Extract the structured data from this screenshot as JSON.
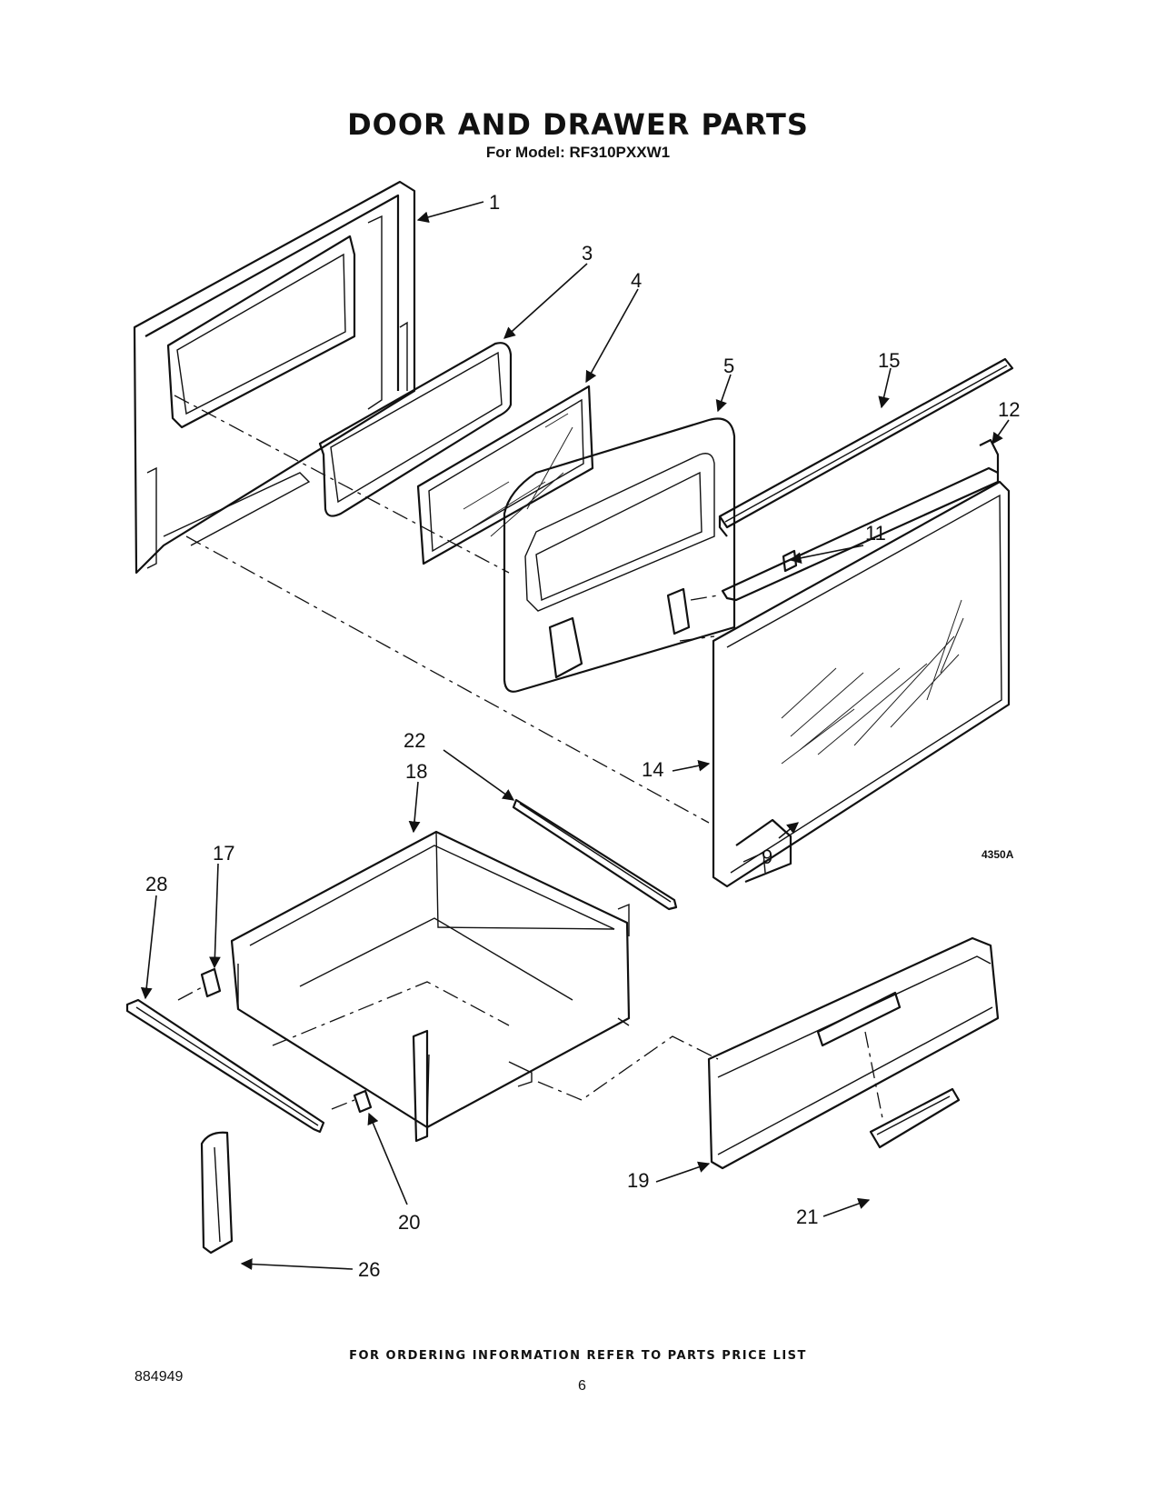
{
  "title": "DOOR AND DRAWER PARTS",
  "subtitle": "For Model: RF310PXXW1",
  "figure_ref": "4350A",
  "callouts": [
    "1",
    "3",
    "4",
    "5",
    "15",
    "12",
    "11",
    "14",
    "9",
    "22",
    "18",
    "17",
    "28",
    "19",
    "21",
    "20",
    "26"
  ],
  "footer_note": "FOR ORDERING INFORMATION REFER TO PARTS PRICE LIST",
  "doc_number": "884949",
  "page_number": "6"
}
